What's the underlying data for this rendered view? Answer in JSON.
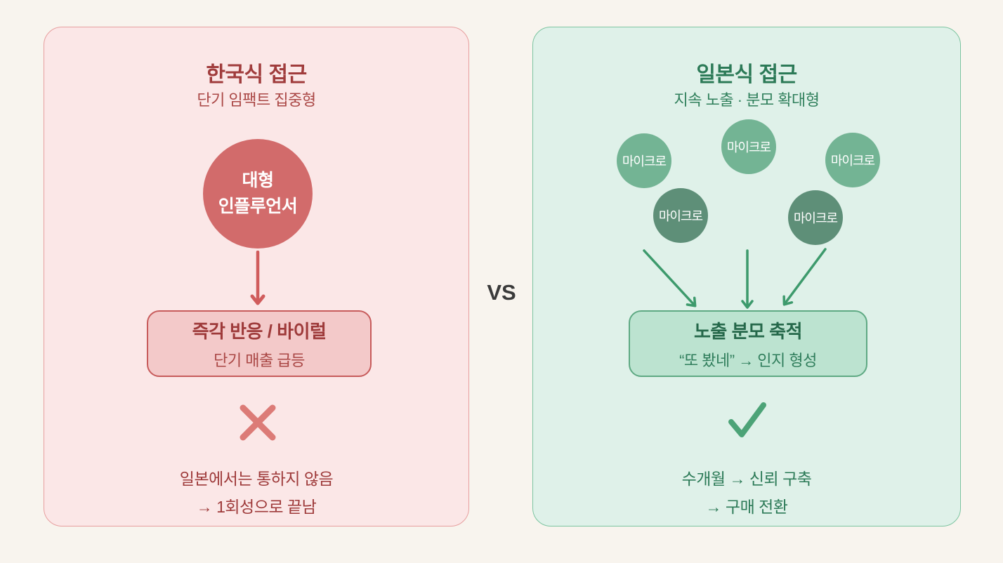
{
  "page": {
    "vs_label": "VS",
    "background": "#F8F4EE"
  },
  "left_panel": {
    "title": "한국식 접근",
    "subtitle": "단기 임팩트 집중형",
    "influencer_circle": {
      "line1": "대형",
      "line2": "인플루언서"
    },
    "result_box": {
      "line1": "즉각 반응 / 바이럴",
      "line2": "단기 매출 급등"
    },
    "verdict_icon": "x-mark",
    "footnote_line1": "일본에서는 통하지 않음",
    "footnote_line2": "→ 1회성으로 끝남",
    "colors": {
      "panel_bg": "#FBE7E7",
      "panel_border": "#E79E9E",
      "accent_text": "#A03C3C",
      "circle_fill": "#D26B6B",
      "box_fill": "#F3C9C9",
      "box_border": "#C75B5B",
      "arrow": "#D05C5C",
      "x_mark": "#DC7B77"
    }
  },
  "right_panel": {
    "title": "일본식 접근",
    "subtitle": "지속 노출 · 분모 확대형",
    "micro_circles": [
      {
        "label": "마이크로",
        "tone": "light"
      },
      {
        "label": "마이크로",
        "tone": "light"
      },
      {
        "label": "마이크로",
        "tone": "light"
      },
      {
        "label": "마이크로",
        "tone": "dark"
      },
      {
        "label": "마이크로",
        "tone": "dark"
      }
    ],
    "result_box": {
      "line1": "노출 분모 축적",
      "line2": "“또 봤네” → 인지 형성"
    },
    "verdict_icon": "check-mark",
    "footnote_line1": "수개월 → 신뢰 구축",
    "footnote_line2": "→ 구매 전환",
    "colors": {
      "panel_bg": "#DFF1E9",
      "panel_border": "#7CC4A0",
      "accent_text": "#2C7A57",
      "circle_light": "#73B494",
      "circle_dark": "#5E8F78",
      "box_fill": "#BCE3D0",
      "box_border": "#5EA983",
      "arrow": "#3D9A6C",
      "check_mark": "#4CA377"
    }
  }
}
